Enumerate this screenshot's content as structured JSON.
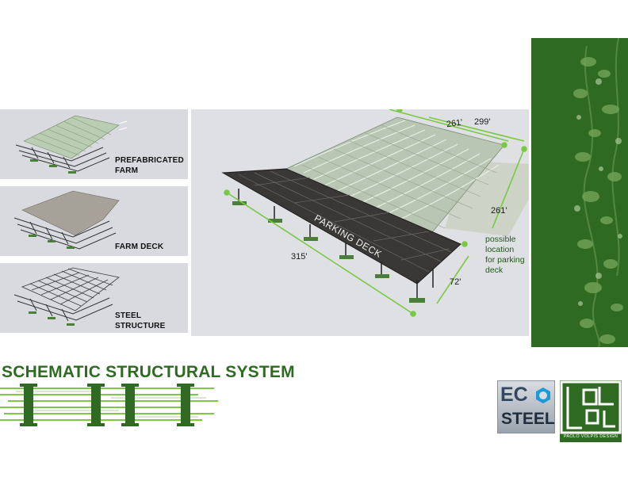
{
  "thumbnails": [
    {
      "label_line1": "PREFABRICATED",
      "label_line2": "FARM"
    },
    {
      "label_line1": "FARM DECK",
      "label_line2": ""
    },
    {
      "label_line1": "STEEL",
      "label_line2": "STRUCTURE"
    }
  ],
  "main": {
    "parking_label": "PARKING DECK",
    "dim_261_top": "261'",
    "dim_299": "299'",
    "dim_261_right": "261'",
    "dim_315": "315'",
    "dim_72": "72'",
    "note_line1": "possible location",
    "note_line2": "for parking deck"
  },
  "title": "SCHEMATIC STRUCTURAL SYSTEM",
  "logos": {
    "eco_text": "EC",
    "steel_text": "STEEL",
    "designer": "PAOLO VOLPIS DESIGN"
  },
  "colors": {
    "brand_green": "#2f6a22",
    "accent_green": "#7ac943",
    "deck_dark": "#3a3836"
  }
}
